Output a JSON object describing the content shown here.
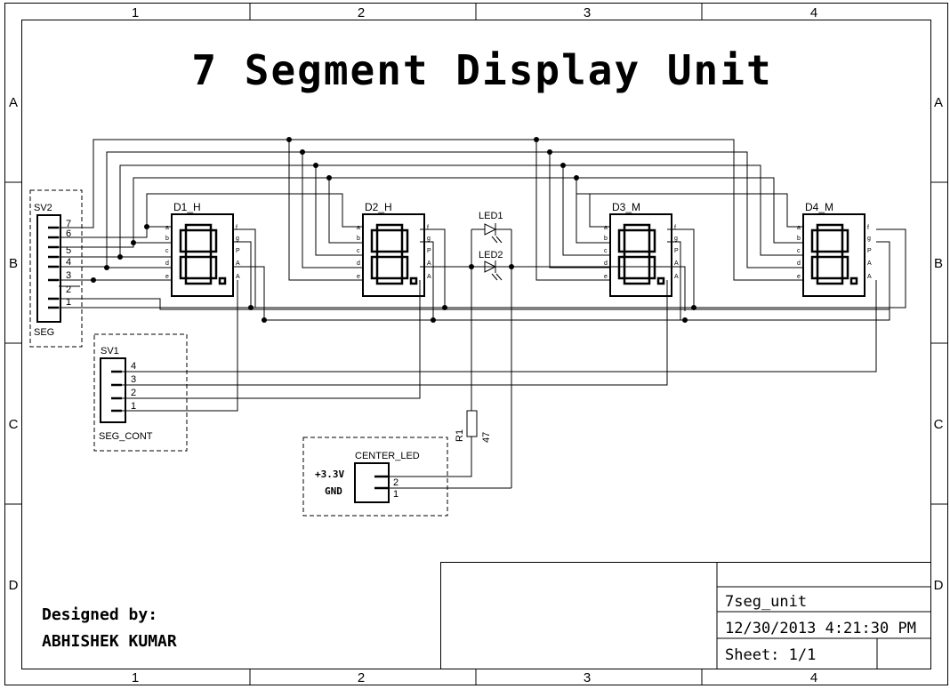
{
  "title": "7 Segment Display Unit",
  "columns": [
    "1",
    "2",
    "3",
    "4"
  ],
  "rows": [
    "A",
    "B",
    "C",
    "D"
  ],
  "connectors": {
    "sv2": {
      "name": "SV2",
      "label": "SEG",
      "pins": [
        "7",
        "6",
        "5",
        "4",
        "3",
        "2",
        "1"
      ]
    },
    "sv1": {
      "name": "SV1",
      "label": "SEG_CONT",
      "pins": [
        "4",
        "3",
        "2",
        "1"
      ]
    },
    "center_led": {
      "name": "CENTER_LED",
      "pins": [
        "2",
        "1"
      ],
      "net_labels": [
        "+3.3V",
        "GND"
      ]
    }
  },
  "displays": [
    {
      "name": "D1_H"
    },
    {
      "name": "D2_H"
    },
    {
      "name": "D3_M"
    },
    {
      "name": "D4_M"
    }
  ],
  "display_pins_left": [
    "a",
    "b",
    "c",
    "d",
    "e"
  ],
  "display_pins_right": [
    "f",
    "g",
    "P",
    "A",
    "A"
  ],
  "display_glyph": "8.",
  "leds": [
    "LED1",
    "LED2"
  ],
  "resistor": {
    "name": "R1",
    "value": "47"
  },
  "designer": {
    "line1": "Designed by:",
    "line2": "ABHISHEK KUMAR"
  },
  "title_block": {
    "file": "7seg_unit",
    "date": "12/30/2013 4:21:30 PM",
    "sheet": "Sheet: 1/1"
  },
  "colors": {
    "ink": "#000000",
    "paper": "#ffffff"
  }
}
